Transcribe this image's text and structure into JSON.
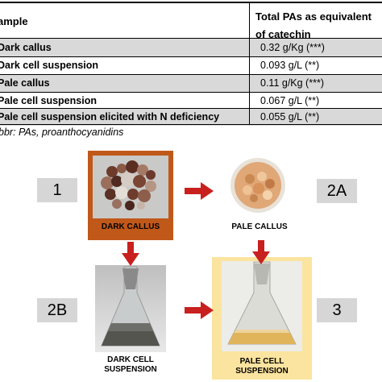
{
  "table": {
    "header_col1": "ample",
    "header_col2": "Total PAs as equivalent of catechin",
    "rows": [
      {
        "label": "Dark callus",
        "value": "0.32 g/Kg (***)"
      },
      {
        "label": "Dark cell suspension",
        "value": "0.093 g/L (**)"
      },
      {
        "label": "Pale callus",
        "value": "0.11 g/Kg (***)"
      },
      {
        "label": "Pale cell suspension",
        "value": "0.067 g/L (**)"
      },
      {
        "label": "Pale cell suspension elicited with N deficiency",
        "value": "0.055 g/L (**)"
      }
    ],
    "footnote": "bbr: PAs, proanthocyanidins"
  },
  "figure": {
    "labels": {
      "n1": "1",
      "n2a": "2A",
      "n2b": "2B",
      "n3": "3"
    },
    "captions": {
      "dark_callus": "DARK CALLUS",
      "pale_callus": "PALE CALLUS",
      "dark_cell_suspension": "DARK CELL\nSUSPENSION",
      "pale_cell_suspension": "PALE CELL\nSUSPENSION"
    },
    "colors": {
      "dark_callus_frame": "#c0581a",
      "pale_suspension_frame": "#fbe49f",
      "arrow": "#c8201e",
      "row_shade": "#d9d9d9",
      "label_box": "#d6d6d6"
    }
  }
}
